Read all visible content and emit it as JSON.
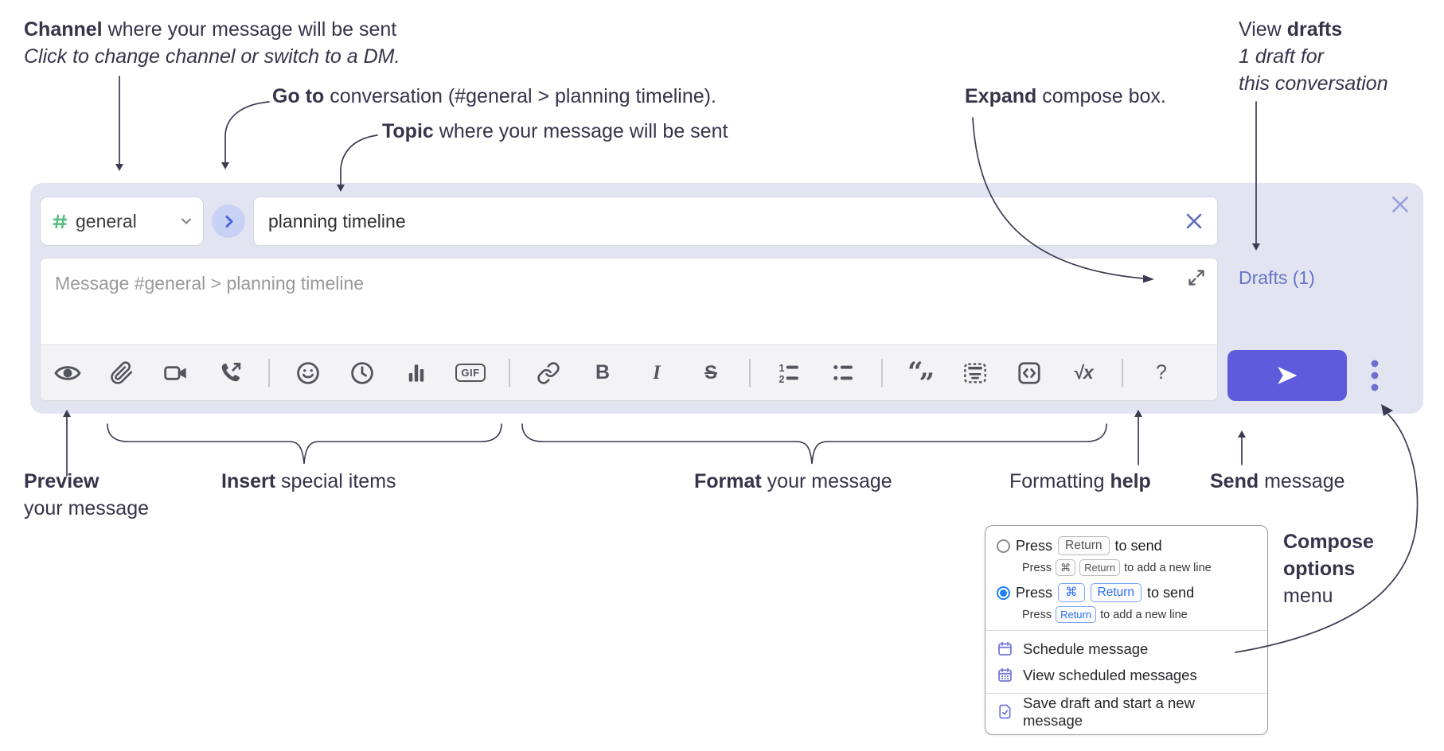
{
  "colors": {
    "annotation_text": "#35344a",
    "compose_bg": "#e2e4f2",
    "send_button": "#5e5cdd",
    "drafts_link": "#6874c4",
    "hash_green": "#5cbf85",
    "go_chevron_blue": "#4b63e0",
    "key_blue": "#2e6ff2",
    "radio_blue": "#217ff4",
    "menu_icon_purple": "#7277d8",
    "toolbar_icon_gray": "#54555c",
    "topic_clear_x": "#5b6cb5",
    "compose_close_x": "#98a1d8"
  },
  "annotations": {
    "channel": {
      "bold": "Channel",
      "rest": " where your message will be sent",
      "subtitle": "Click to change channel or switch to a DM."
    },
    "go_to": {
      "bold": "Go to",
      "rest": " conversation (#general > planning timeline)."
    },
    "topic": {
      "bold": "Topic",
      "rest": " where your message will be sent"
    },
    "expand": {
      "bold": "Expand",
      "rest": " compose box."
    },
    "drafts": {
      "pre": "View ",
      "bold": "drafts",
      "line2": "1 draft for",
      "line3": "this conversation"
    },
    "preview": {
      "bold": "Preview",
      "line2": "your message"
    },
    "insert": {
      "bold": "Insert",
      "rest": " special items"
    },
    "format": {
      "bold": "Format",
      "rest": " your message"
    },
    "help": {
      "pre": "Formatting ",
      "bold": "help"
    },
    "send": {
      "bold": "Send",
      "rest": " message"
    },
    "compose_options": {
      "line1": "Compose",
      "line2": "options",
      "line3": "menu"
    }
  },
  "compose": {
    "channel": {
      "name": "general"
    },
    "topic": {
      "value": "planning timeline"
    },
    "message": {
      "placeholder": "Message #general > planning timeline"
    },
    "drafts_label": "Drafts (1)",
    "toolbar": {
      "gif": "GIF",
      "bold": "B",
      "italic": "I",
      "strikethrough": "S",
      "math": "√x",
      "help": "?"
    }
  },
  "popup": {
    "options": [
      {
        "selected": false,
        "main": {
          "pre": "Press",
          "key1": "Return",
          "post": "to send"
        },
        "sub": {
          "pre": "Press",
          "key1": "⌘",
          "key2": "Return",
          "post": "to add a new line"
        }
      },
      {
        "selected": true,
        "main": {
          "pre": "Press",
          "key1": "⌘",
          "key2": "Return",
          "post": "to send"
        },
        "sub": {
          "pre": "Press",
          "key1": "Return",
          "post": "to add a new line"
        }
      }
    ],
    "menu": [
      {
        "icon": "calendar-icon",
        "label": "Schedule message"
      },
      {
        "icon": "calendar-grid-icon",
        "label": "View scheduled messages"
      },
      {
        "icon": "document-check-icon",
        "label": "Save draft and start a new message"
      }
    ]
  }
}
